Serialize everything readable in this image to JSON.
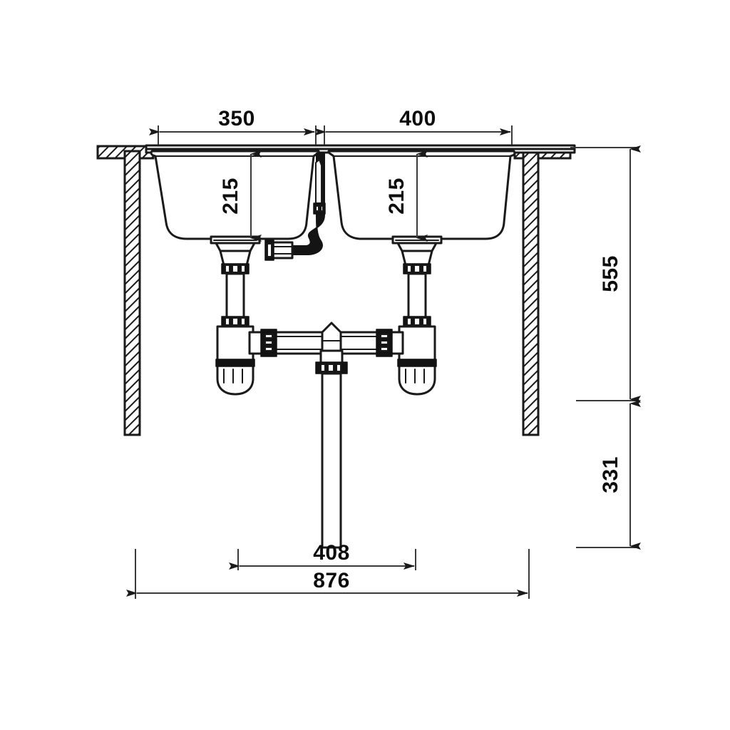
{
  "drawing": {
    "title": "Double bowl kitchen sink installation section",
    "units": "mm",
    "background_color": "#ffffff",
    "line_color": "#1a1a1a"
  },
  "dimensions": {
    "bowl_left_width": "350",
    "bowl_right_width": "400",
    "bowl_left_depth": "215",
    "bowl_right_depth": "215",
    "height_upper": "555",
    "height_lower": "331",
    "drain_offset": "408",
    "overall_width": "876"
  },
  "labels": {
    "left_bowl_width_label": "350",
    "right_bowl_width_label": "400",
    "left_bowl_depth_label": "215",
    "right_bowl_depth_label": "215",
    "upper_height_label": "555",
    "lower_height_label": "331",
    "drain_position_label": "408",
    "total_width_label": "876"
  },
  "components": {
    "countertop": "countertop-slab",
    "left_cabinet_wall": "cabinet-side-panel-left",
    "right_cabinet_wall": "cabinet-side-panel-right",
    "left_bowl": "sink-bowl-left",
    "right_bowl": "sink-bowl-right",
    "left_strainer": "strainer-waste-left",
    "right_strainer": "strainer-waste-right",
    "left_trap": "bottle-trap-left",
    "right_trap": "bottle-trap-right",
    "overflow_hose": "overflow-hose-flexible",
    "connector_pipe": "horizontal-connector-pipe",
    "tee_fitting": "tee-junction-fitting",
    "outlet_pipe": "vertical-outlet-pipe"
  }
}
